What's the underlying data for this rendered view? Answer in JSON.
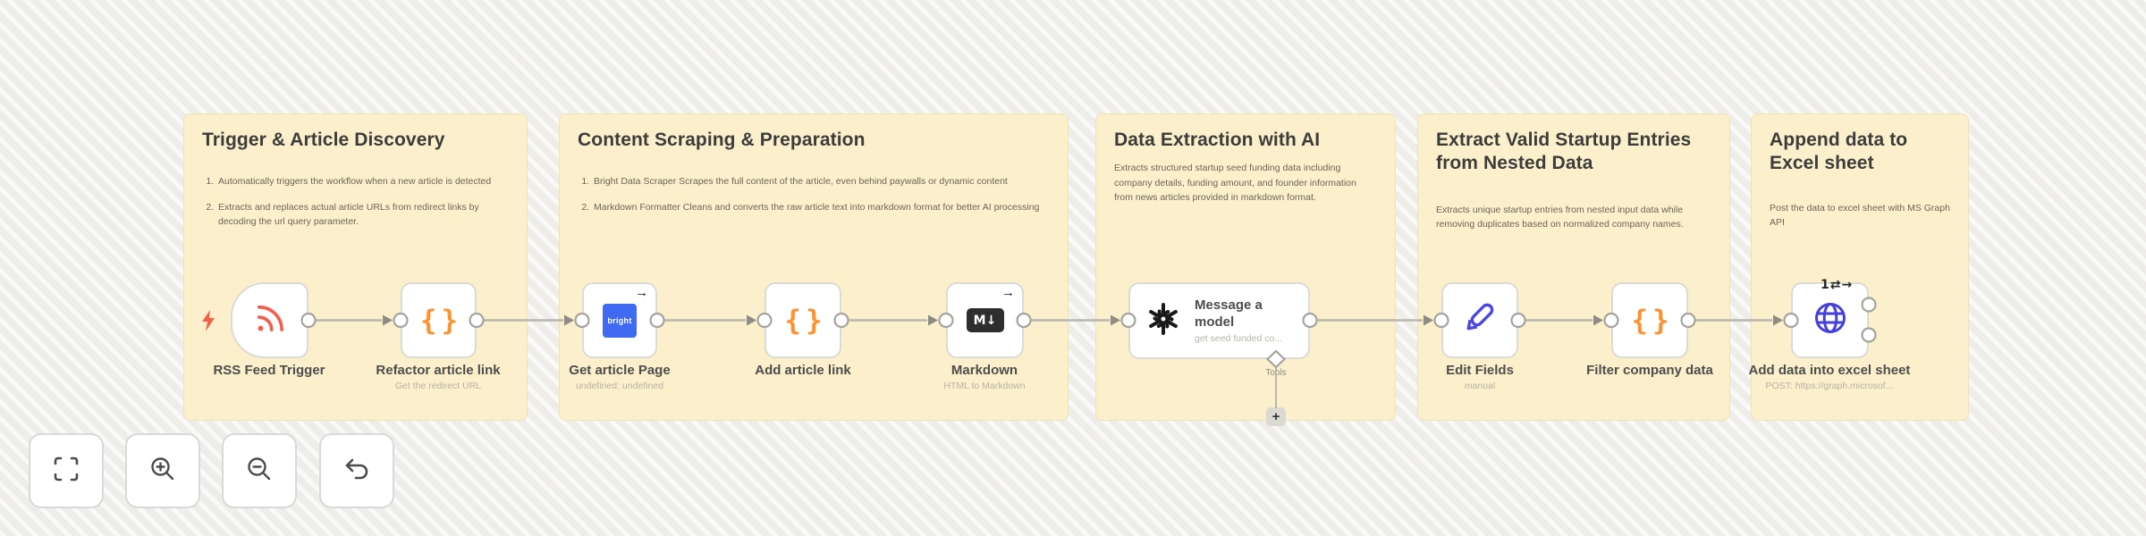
{
  "stickies": {
    "trigger": {
      "title": "Trigger & Article Discovery",
      "items": [
        "Automatically triggers the workflow when a new article is detected",
        "Extracts and replaces actual article URLs from redirect links by decoding the url query parameter."
      ]
    },
    "scraping": {
      "title": "Content Scraping & Preparation",
      "items": [
        "Bright Data Scraper Scrapes the full content of the article, even behind paywalls or dynamic content",
        "Markdown Formatter Cleans and converts the raw article text into markdown format for better AI processing"
      ]
    },
    "ai": {
      "title": "Data Extraction with AI",
      "body": "Extracts structured startup seed funding data including company details, funding amount, and founder information from news articles provided in markdown format."
    },
    "extract": {
      "title": "Extract Valid Startup Entries from Nested Data",
      "body": "Extracts unique startup entries from nested input data while removing duplicates based on normalized company names."
    },
    "append": {
      "title": "Append data to Excel sheet",
      "body": "Post the data to excel sheet with MS Graph API"
    }
  },
  "nodes": {
    "rss": {
      "label": "RSS Feed Trigger",
      "icon": "rss-icon"
    },
    "refactor": {
      "label": "Refactor article link",
      "subtitle": "Get the redirect URL",
      "icon": "code-braces-icon"
    },
    "getArticle": {
      "label": "Get article Page",
      "subtitle": "undefined: undefined",
      "icon": "brightdata-icon",
      "brand": "bright",
      "corner": "→"
    },
    "addLink": {
      "label": "Add article link",
      "icon": "code-braces-icon"
    },
    "markdown": {
      "label": "Markdown",
      "subtitle": "HTML to Markdown",
      "icon": "markdown-icon",
      "glyph": "M↓",
      "corner": "→"
    },
    "message": {
      "label": "Message a model",
      "subtitle": "get seed funded co...",
      "icon": "openai-icon",
      "tools_label": "Tools",
      "add_tool": "+"
    },
    "editFields": {
      "label": "Edit Fields",
      "subtitle": "manual",
      "icon": "pencil-icon"
    },
    "filter": {
      "label": "Filter company data",
      "icon": "code-braces-icon"
    },
    "excel": {
      "label": "Add data into excel sheet",
      "subtitle": "POST: https://graph.microsof...",
      "icon": "globe-icon",
      "badge": "1⇄→"
    }
  },
  "glyphs": {
    "braces": "{}",
    "corner_arrow": "→"
  },
  "controls": [
    "fit-view",
    "zoom-in",
    "zoom-out",
    "undo"
  ],
  "colors": {
    "sticky_bg": "#FBF0CB",
    "canvas_bg": "#EFEDEA",
    "rss_red": "#F2604D",
    "bolt_red": "#F2604D",
    "code_orange": "#FB9430",
    "bright_blue": "#3F6AF1",
    "pencil_indigo": "#4A47E4",
    "globe_indigo": "#4340DD",
    "markdown_dark": "#2E2E2E",
    "line_gray": "#B8B6B0"
  }
}
